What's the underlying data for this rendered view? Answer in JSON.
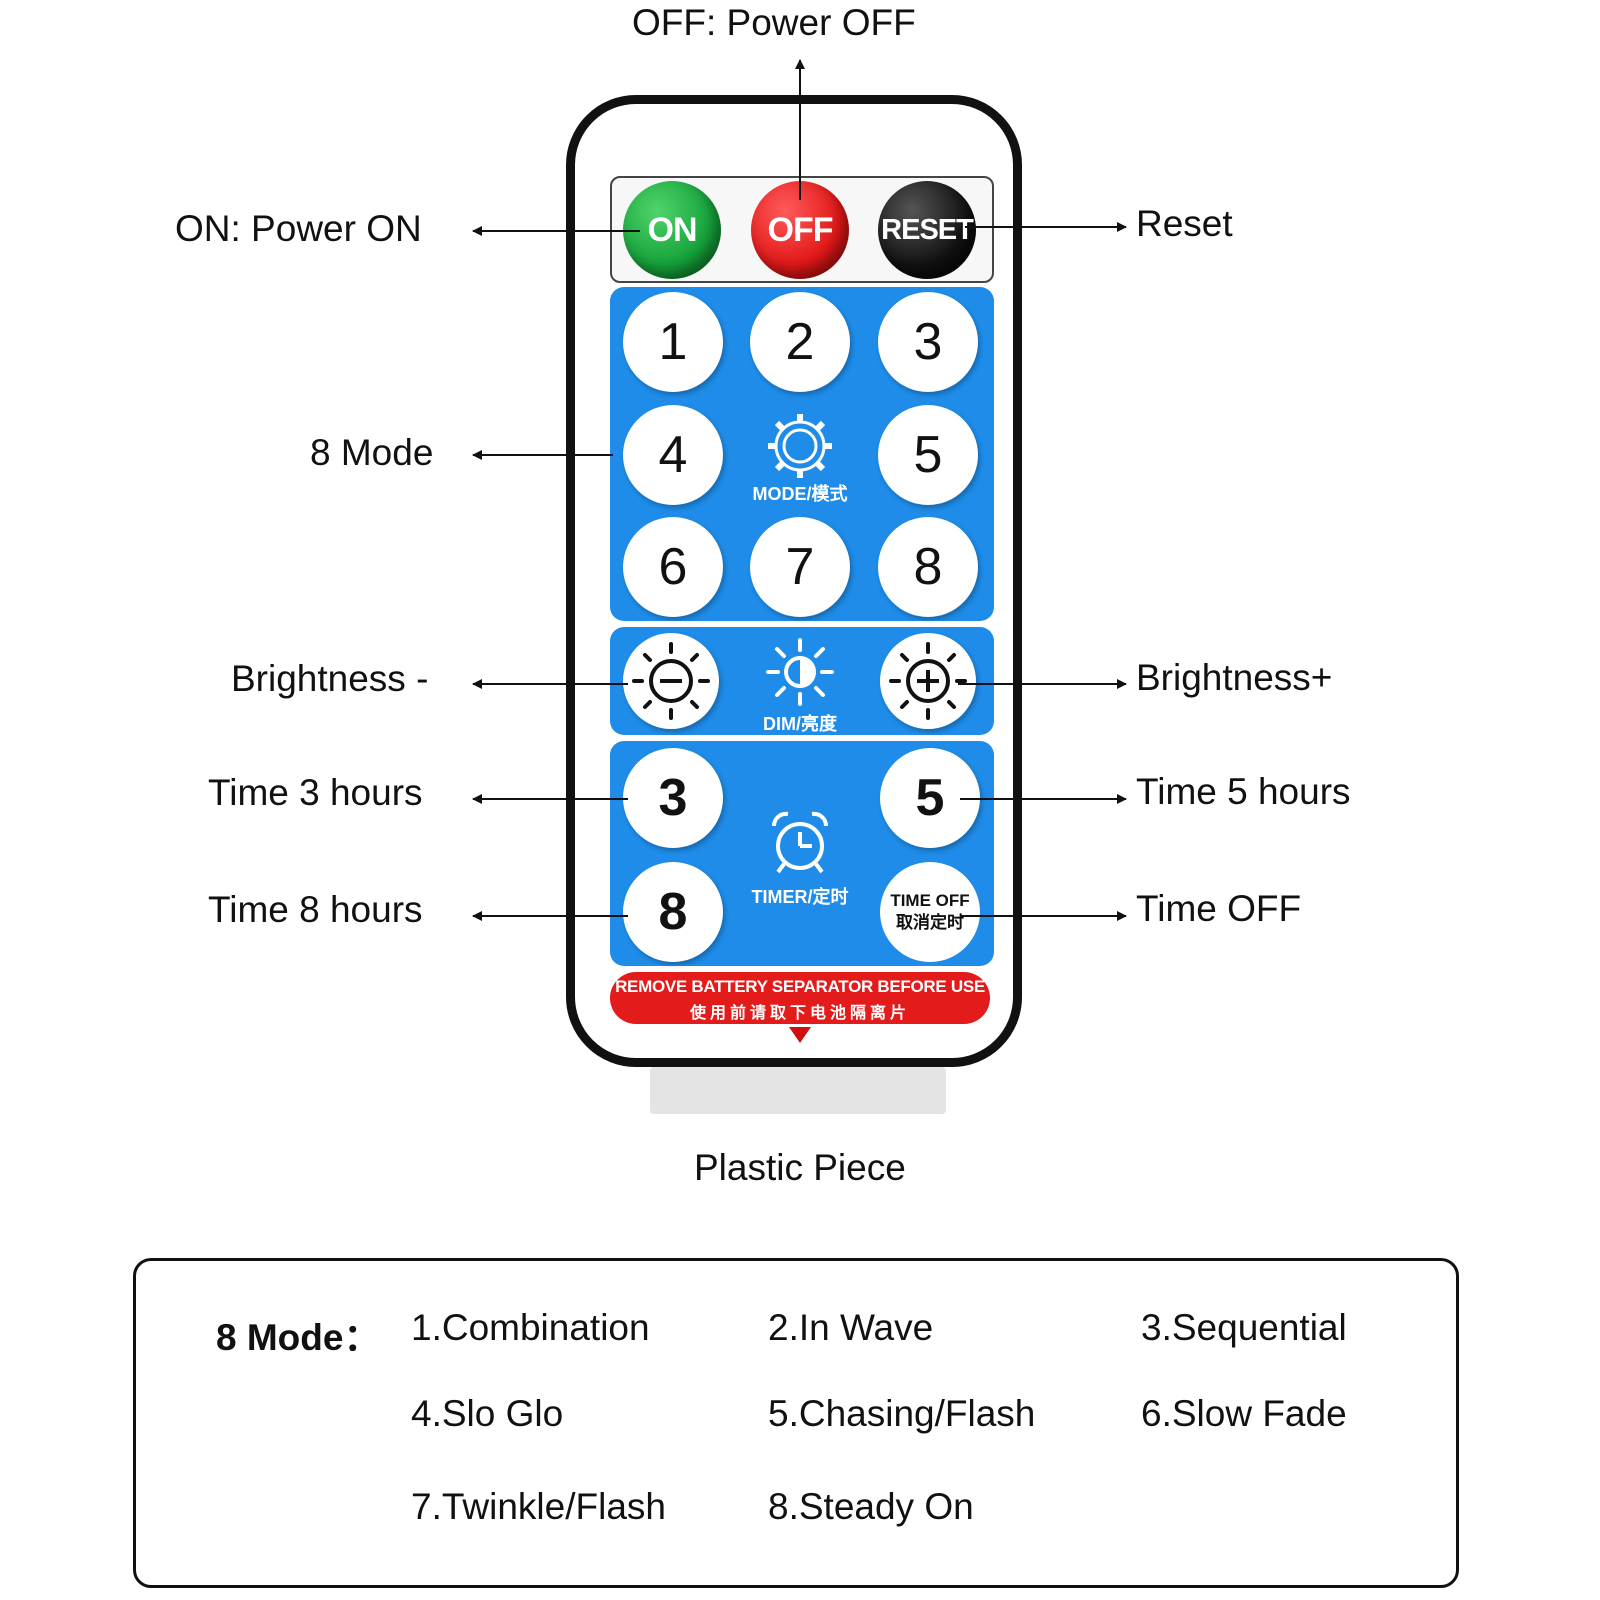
{
  "callouts": {
    "off": "OFF: Power OFF",
    "on": "ON: Power ON",
    "reset": "Reset",
    "mode": "8 Mode",
    "bright_minus": "Brightness -",
    "bright_plus": "Brightness+",
    "time3": "Time 3 hours",
    "time5": "Time 5 hours",
    "time8": "Time 8 hours",
    "timeoff": "Time OFF",
    "plastic": "Plastic Piece"
  },
  "remote": {
    "power_buttons": {
      "on": "ON",
      "off": "OFF",
      "reset": "RESET"
    },
    "mode_buttons": [
      "1",
      "2",
      "3",
      "4",
      "5",
      "6",
      "7",
      "8"
    ],
    "mode_caption": "MODE/模式",
    "dim_caption": "DIM/亮度",
    "timer_buttons": {
      "t3": "3",
      "t5": "5",
      "t8": "8"
    },
    "timer_caption": "TIMER/定时",
    "timeoff_button": {
      "line1": "TIME OFF",
      "line2": "取消定时"
    },
    "warning": {
      "line1": "REMOVE BATTERY SEPARATOR BEFORE USE",
      "line2": "使用前请取下电池隔离片"
    }
  },
  "modes": {
    "title": "8 Mode：",
    "items": [
      "1.Combination",
      "2.In Wave",
      "3.Sequential",
      "4.Slo Glo",
      "5.Chasing/Flash",
      "6.Slow Fade",
      "7.Twinkle/Flash",
      "8.Steady On"
    ]
  },
  "colors": {
    "on": "#15a13a",
    "off": "#e01717",
    "reset": "#111111",
    "panel_blue": "#1e8ce8",
    "warning_red": "#e31b1b"
  }
}
